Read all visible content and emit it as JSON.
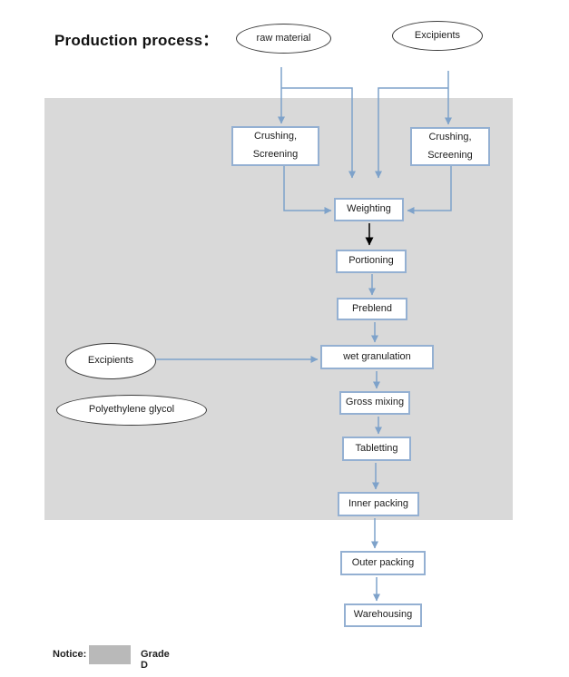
{
  "page": {
    "title": "Production process："
  },
  "colors": {
    "connector_blue": "#7EA2CA",
    "box_border_blue": "#94B0D2",
    "grade_d_region_gray": "#D9D9D9",
    "notice_swatch_gray": "#B9B9B9",
    "black_arrow": "#000000"
  },
  "nodes": {
    "raw_material": "raw material",
    "excipients_top": "Excipients",
    "crushing_left": {
      "line1": "Crushing,",
      "line2": "Screening"
    },
    "crushing_right": {
      "line1": "Crushing,",
      "line2": "Screening"
    },
    "weighting": "Weighting",
    "portioning": "Portioning",
    "preblend": "Preblend",
    "excipients_left": "Excipients",
    "wet_granulation": "wet granulation",
    "polyethylene_glycol": "Polyethylene glycol",
    "gross_mixing": "Gross mixing",
    "tabletting": "Tabletting",
    "inner_packing": "Inner packing",
    "outer_packing": "Outer packing",
    "warehousing": "Warehousing"
  },
  "notice": {
    "label": "Notice:",
    "legend": "Grade D"
  }
}
